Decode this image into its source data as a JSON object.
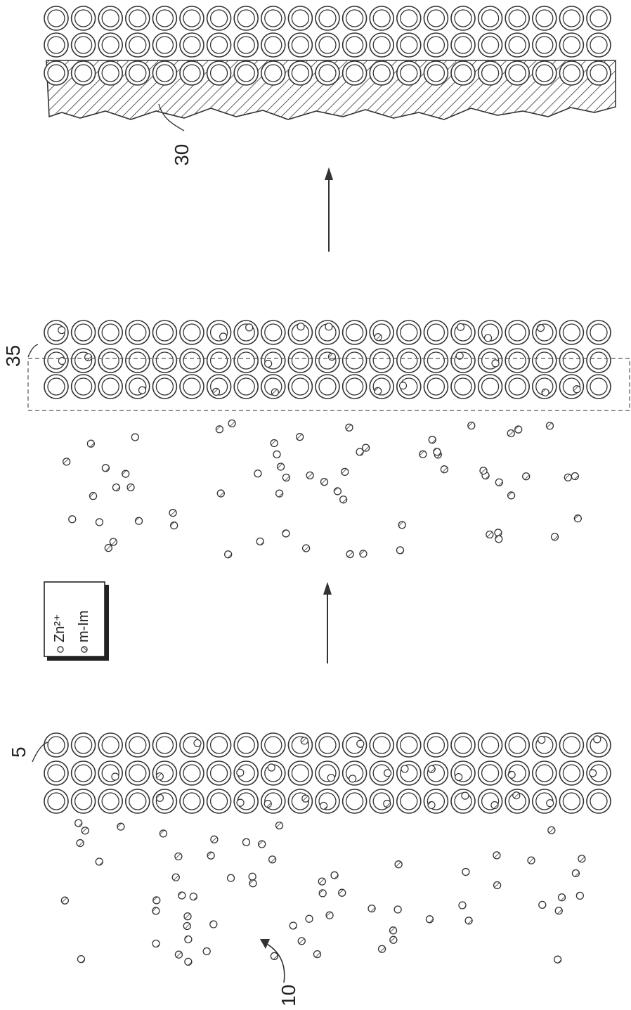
{
  "figure": {
    "labels": {
      "top_layer": "30",
      "middle_box": "35",
      "bottom_layer": "5",
      "particle": "10"
    },
    "legend": {
      "items": [
        {
          "text": "Zn²⁺",
          "icon": "plain-dot-icon"
        },
        {
          "text": "m-Im",
          "icon": "hatched-dot-icon"
        }
      ]
    },
    "arrows": [
      {
        "name": "arrow-top",
        "direction": "up"
      },
      {
        "name": "arrow-middle",
        "direction": "up"
      },
      {
        "name": "arrow-bottom-callout",
        "direction": "up"
      }
    ]
  }
}
